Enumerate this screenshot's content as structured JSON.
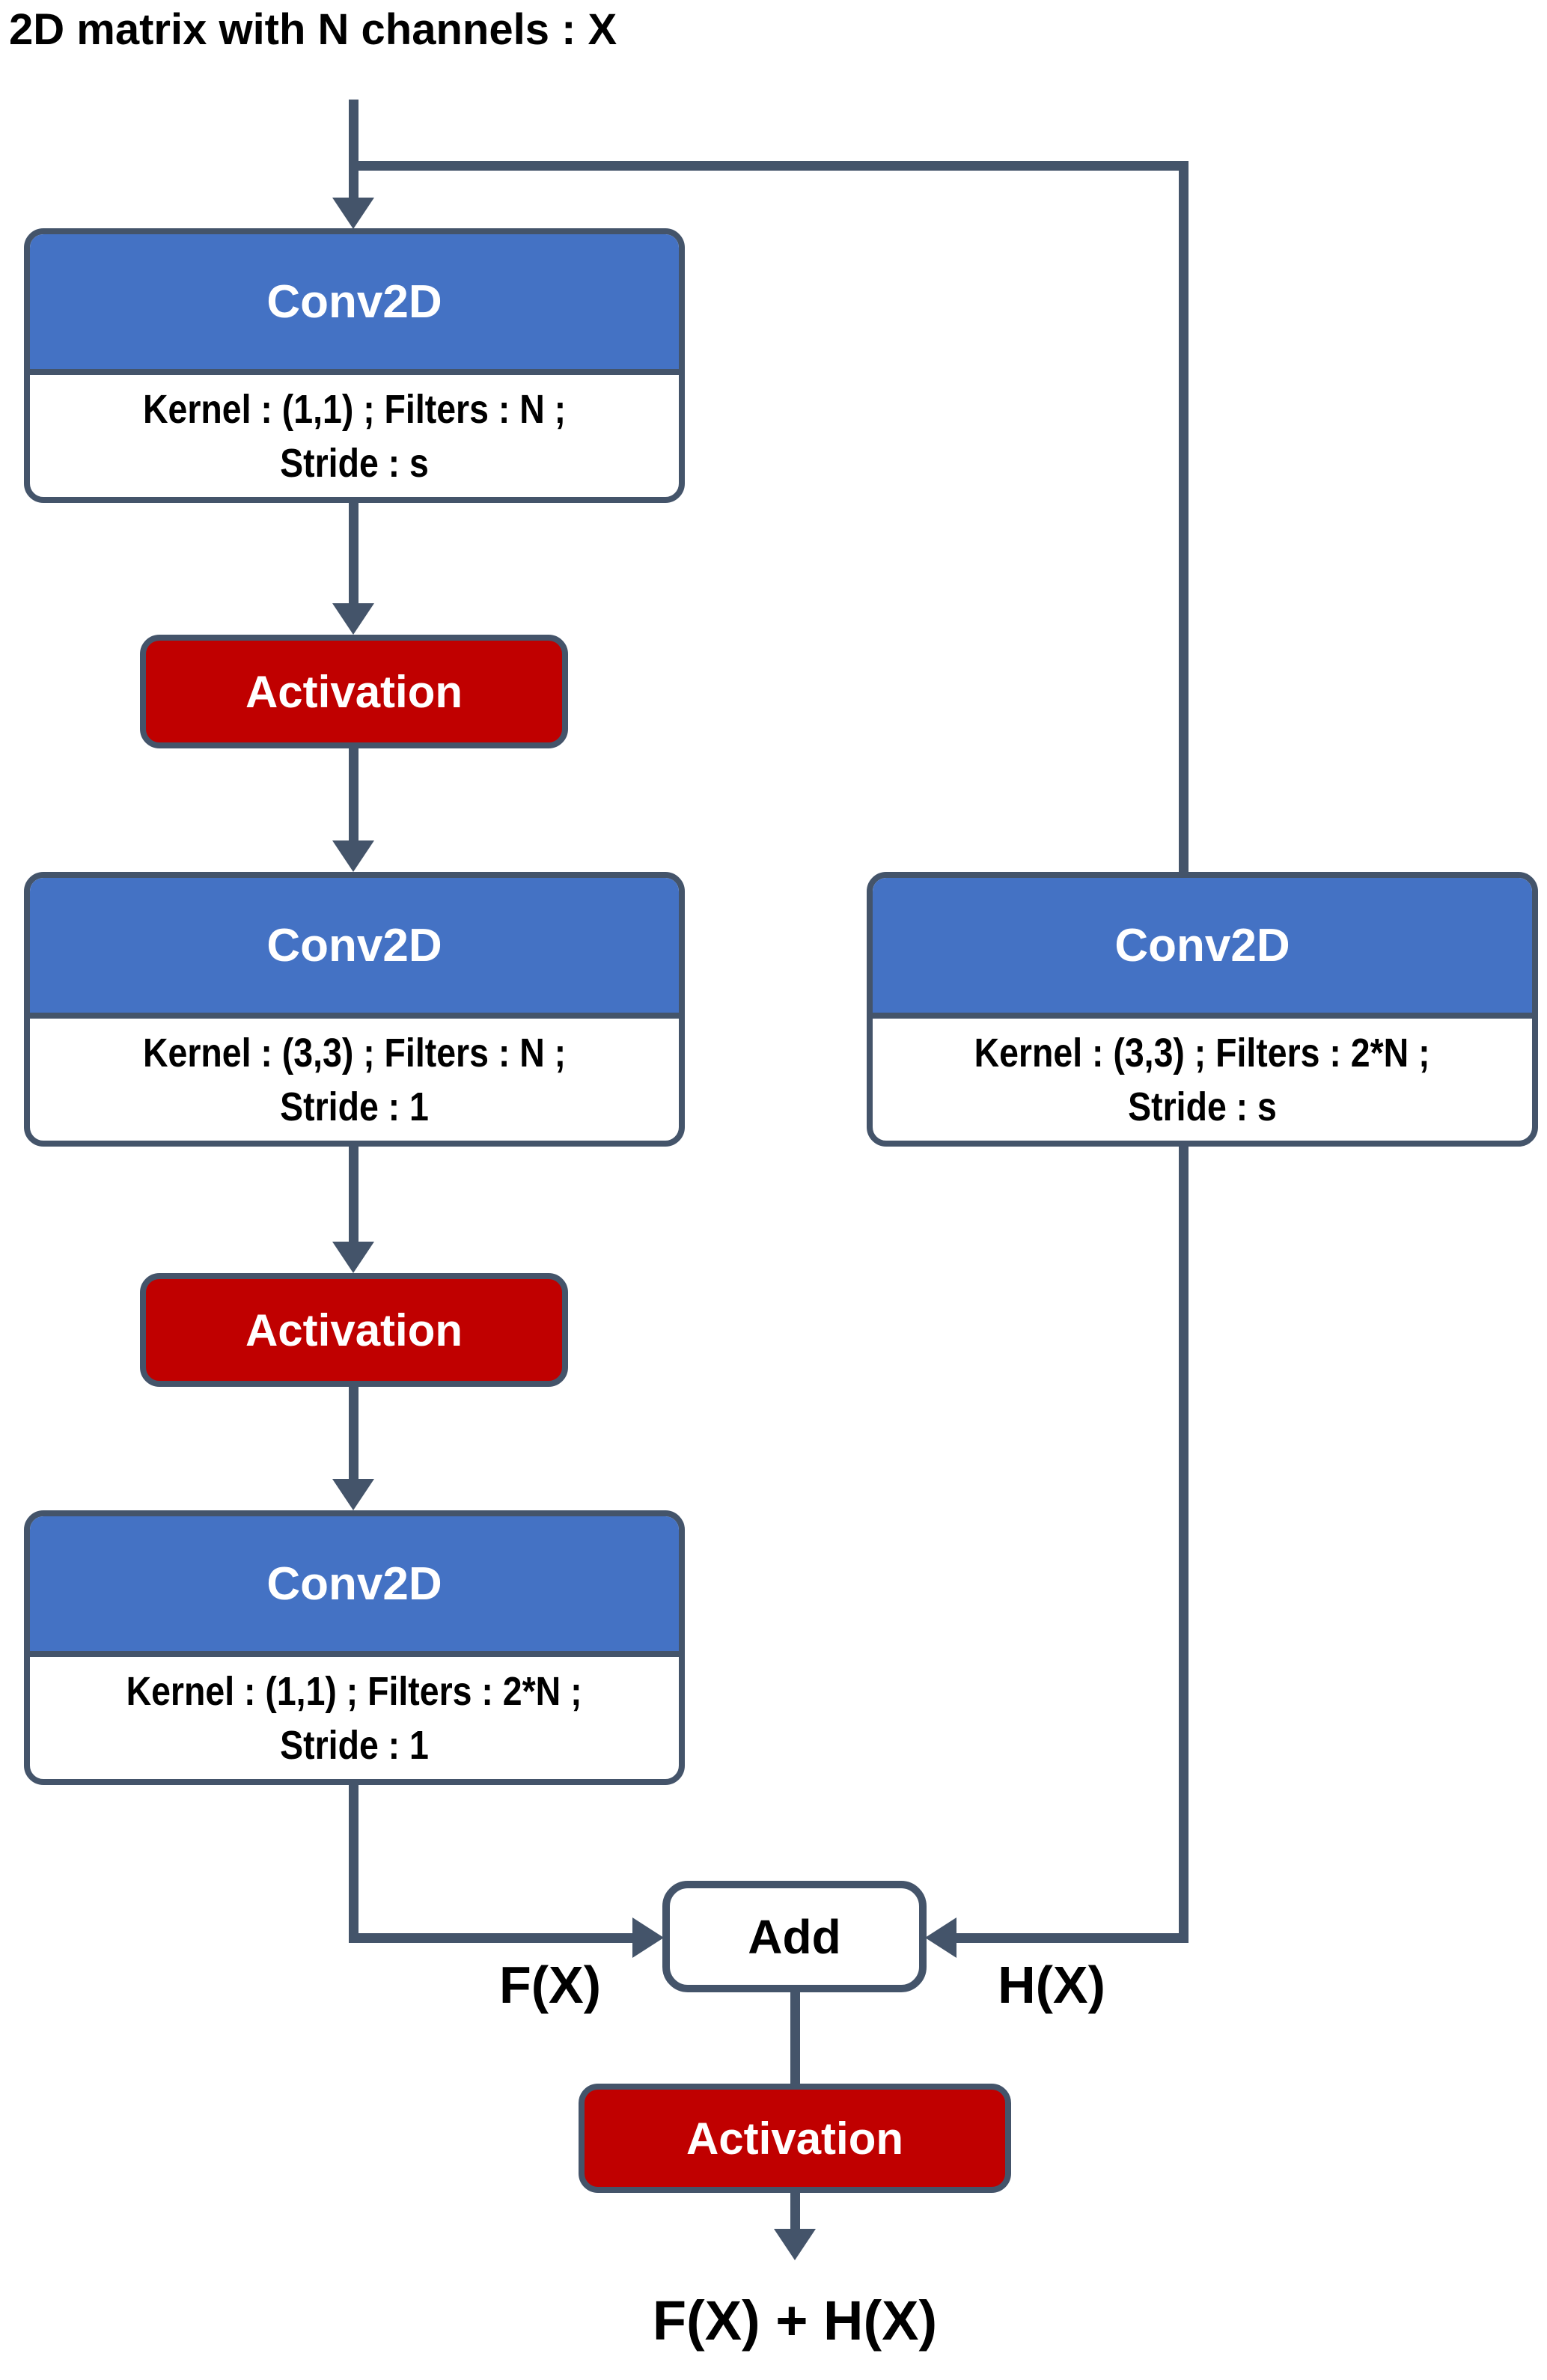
{
  "title": "2D matrix with N channels : X",
  "nodes": {
    "conv1": {
      "header": "Conv2D",
      "spec_line1": "Kernel : (1,1) ; Filters : N ;",
      "spec_line2": "Stride : s"
    },
    "activation1": {
      "label": "Activation"
    },
    "conv2": {
      "header": "Conv2D",
      "spec_line1": "Kernel : (3,3) ; Filters : N ;",
      "spec_line2": "Stride : 1"
    },
    "activation2": {
      "label": "Activation"
    },
    "conv3": {
      "header": "Conv2D",
      "spec_line1": "Kernel : (1,1) ; Filters : 2*N ;",
      "spec_line2": "Stride : 1"
    },
    "conv_shortcut": {
      "header": "Conv2D",
      "spec_line1": "Kernel : (3,3) ; Filters : 2*N ;",
      "spec_line2": "Stride : s"
    },
    "add": {
      "label": "Add"
    },
    "activation_out": {
      "label": "Activation"
    }
  },
  "edge_labels": {
    "f_of_x": "F(X)",
    "h_of_x": "H(X)"
  },
  "output_label": "F(X) + H(X)",
  "colors": {
    "conv_header_bg": "#4472C4",
    "activation_bg": "#C00000",
    "connector_and_border": "#44546A",
    "box_body_bg": "#FFFFFF",
    "text_on_fill": "#FFFFFF",
    "text_dark": "#000000"
  }
}
